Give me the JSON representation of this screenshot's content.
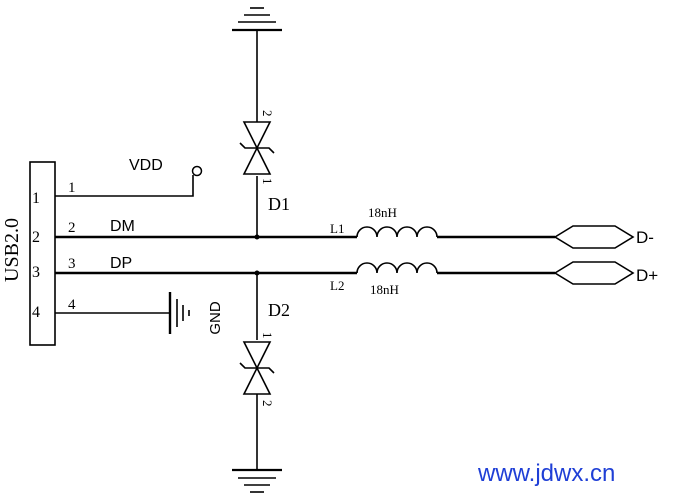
{
  "connector": {
    "label": "USB2.0",
    "pins": [
      "1",
      "2",
      "3",
      "4"
    ],
    "pin_numbers": [
      "1",
      "2",
      "3",
      "4"
    ]
  },
  "nets": {
    "vdd": "VDD",
    "dm": "DM",
    "dp": "DP",
    "gnd": "GND",
    "dminus": "D-",
    "dplus": "D+"
  },
  "diodes": {
    "d1": {
      "label": "D1",
      "pin_top": "2",
      "pin_bottom": "1"
    },
    "d2": {
      "label": "D2",
      "pin_top": "1",
      "pin_bottom": "2"
    }
  },
  "inductors": {
    "l1": {
      "ref": "L1",
      "value": "18nH"
    },
    "l2": {
      "ref": "L2",
      "value": "18nH"
    }
  },
  "watermark": "www.jdwx.cn"
}
